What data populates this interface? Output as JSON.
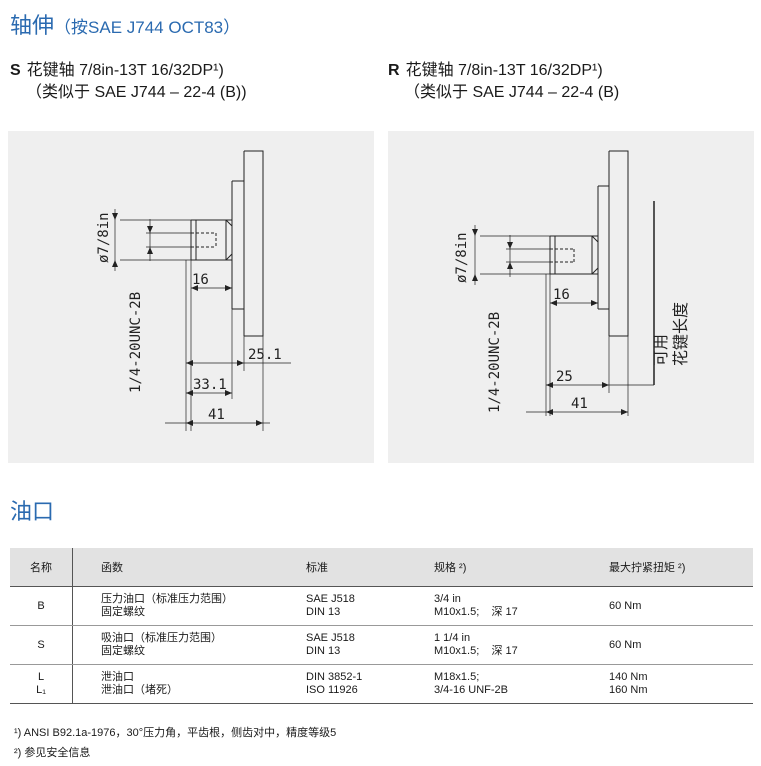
{
  "shaft_section": {
    "title": "轴伸",
    "subtitle": "（按SAE J744 OCT83）"
  },
  "variants": [
    {
      "code": "S",
      "line1": "花键轴 7/8in-13T 16/32DP¹)",
      "line2": "（类似于 SAE J744 – 22-4 (B))"
    },
    {
      "code": "R",
      "line1": "花键轴 7/8in-13T 16/32DP¹)",
      "line2": "（类似于 SAE J744 – 22-4 (B)"
    }
  ],
  "drawing_s": {
    "dia_label": "ø7/8in",
    "thread_label": "1/4-20UNC-2B",
    "dim_16": "16",
    "dim_25_1": "25.1",
    "dim_33_1": "33.1",
    "dim_41": "41"
  },
  "drawing_r": {
    "dia_label": "ø7/8in",
    "thread_label": "1/4-20UNC-2B",
    "dim_16": "16",
    "dim_25": "25",
    "dim_41": "41",
    "usable_label": "可用",
    "spline_length_label": "花键长度"
  },
  "ports_section": {
    "title": "油口"
  },
  "ports_table": {
    "headers": [
      "名称",
      "函数",
      "标准",
      "规格 ²)",
      "最大拧紧扭矩 ²)"
    ],
    "rows": [
      {
        "name": [
          "B"
        ],
        "function": [
          "压力油口（标准压力范围）",
          "固定螺纹"
        ],
        "standard": [
          "SAE J518",
          "DIN 13"
        ],
        "size": [
          "3/4 in",
          "M10x1.5;    深 17"
        ],
        "torque": [
          "60 Nm"
        ]
      },
      {
        "name": [
          "S"
        ],
        "function": [
          "吸油口（标准压力范围）",
          "固定螺纹"
        ],
        "standard": [
          "SAE J518",
          "DIN 13"
        ],
        "size": [
          "1 1/4 in",
          "M10x1.5;    深 17"
        ],
        "torque": [
          "60 Nm"
        ]
      },
      {
        "name": [
          "L",
          "L₁"
        ],
        "function": [
          "泄油口",
          "泄油口（堵死）"
        ],
        "standard": [
          "DIN 3852-1",
          "ISO 11926"
        ],
        "size": [
          "M18x1.5;",
          "3/4-16 UNF-2B"
        ],
        "torque": [
          "140 Nm",
          "160 Nm"
        ]
      }
    ]
  },
  "footnotes": [
    "¹) ANSI B92.1a-1976，30°压力角，平齿根，侧齿对中，精度等级5",
    "²) 参见安全信息"
  ]
}
